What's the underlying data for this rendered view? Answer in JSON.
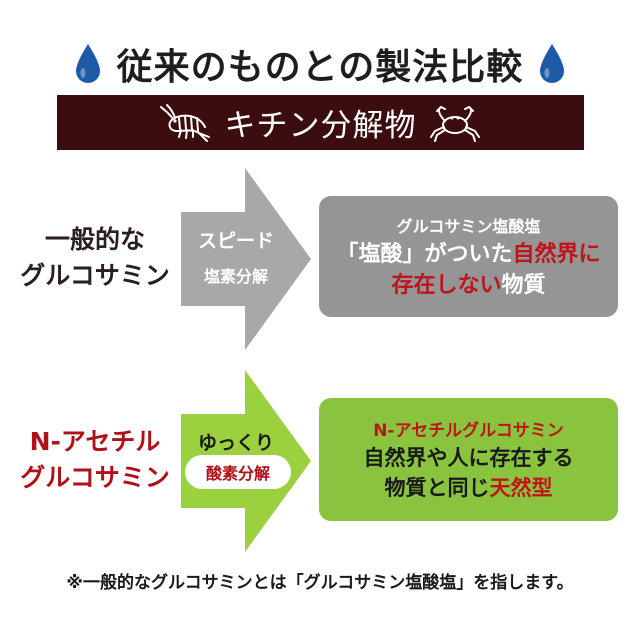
{
  "header": {
    "title": "従来のものとの製法比較",
    "banner_text": "キチン分解物",
    "left_icon": "shrimp-icon",
    "right_icon": "crab-icon",
    "drop_icon": "water-drop-icon",
    "drop_color": "#1f5aa6"
  },
  "row1": {
    "label_line1": "一般的な",
    "label_line2": "グルコサミン",
    "arrow_line1": "スピード",
    "arrow_line2": "塩素分解",
    "box_line1": "グルコサミン塩酸塩",
    "box_line2_a": "「塩酸」がついた",
    "box_line2_b": "自然界に",
    "box_line3_a": "存在しない",
    "box_line3_b": "物質",
    "arrow_color": "#a8a8a8",
    "box_color": "#959595"
  },
  "row2": {
    "label_line1": "N-アセチル",
    "label_line2": "グルコサミン",
    "arrow_line1": "ゆっくり",
    "arrow_pill": "酸素分解",
    "box_line1": "N-アセチルグルコサミン",
    "box_line2": "自然界や人に存在する",
    "box_line3_a": "物質と同じ",
    "box_line3_b": "天然型",
    "arrow_color": "#9bd03f",
    "box_color": "#8ac43f"
  },
  "footnote": "※一般的なグルコサミンとは「グルコサミン塩酸塩」を指します。",
  "colors": {
    "banner_bg": "#3c0d0f",
    "accent_red": "#c0141b"
  }
}
